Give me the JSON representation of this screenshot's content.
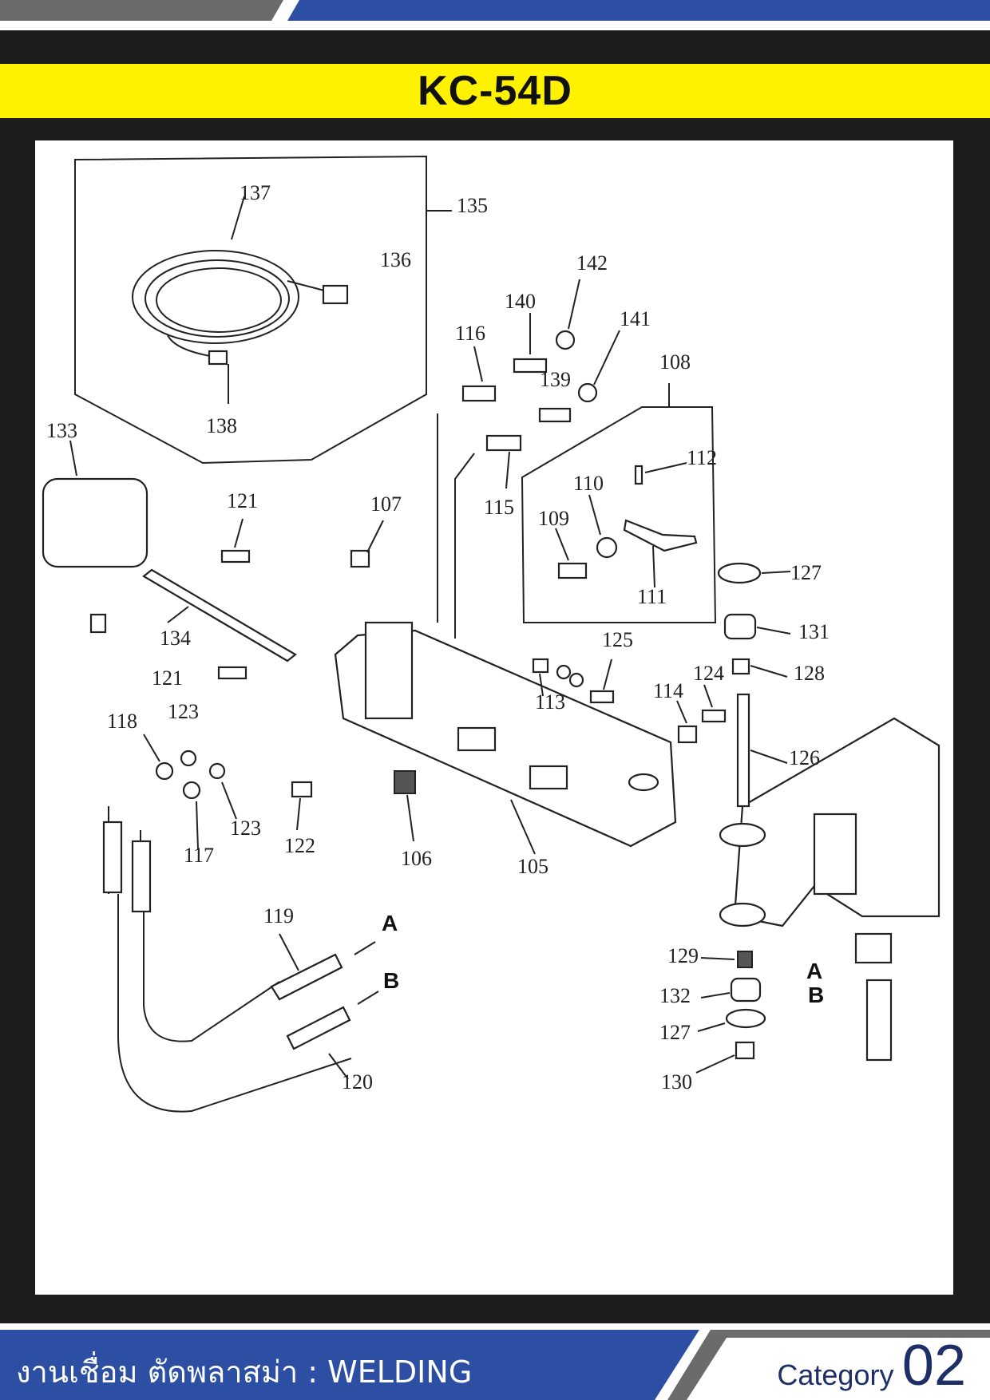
{
  "header": {
    "title": "KC-54D"
  },
  "footer": {
    "left_text": "งานเชื่อม ตัดพลาสม่า : WELDING",
    "category_label": "Category",
    "category_number": "02"
  },
  "colors": {
    "accent_yellow": "#fff200",
    "brand_blue": "#2c4fa3",
    "frame_black": "#1c1c1c",
    "band_gray": "#6b6b6b"
  },
  "diagram": {
    "part_labels": [
      "137",
      "135",
      "136",
      "142",
      "140",
      "141",
      "116",
      "108",
      "139",
      "138",
      "133",
      "112",
      "110",
      "115",
      "109",
      "121",
      "107",
      "127",
      "111",
      "131",
      "134",
      "125",
      "121",
      "128",
      "124",
      "113",
      "114",
      "118",
      "123",
      "126",
      "123",
      "117",
      "122",
      "106",
      "105",
      "119",
      "129",
      "132",
      "127",
      "120",
      "130"
    ],
    "port_labels": [
      "A",
      "B",
      "A",
      "B"
    ]
  }
}
